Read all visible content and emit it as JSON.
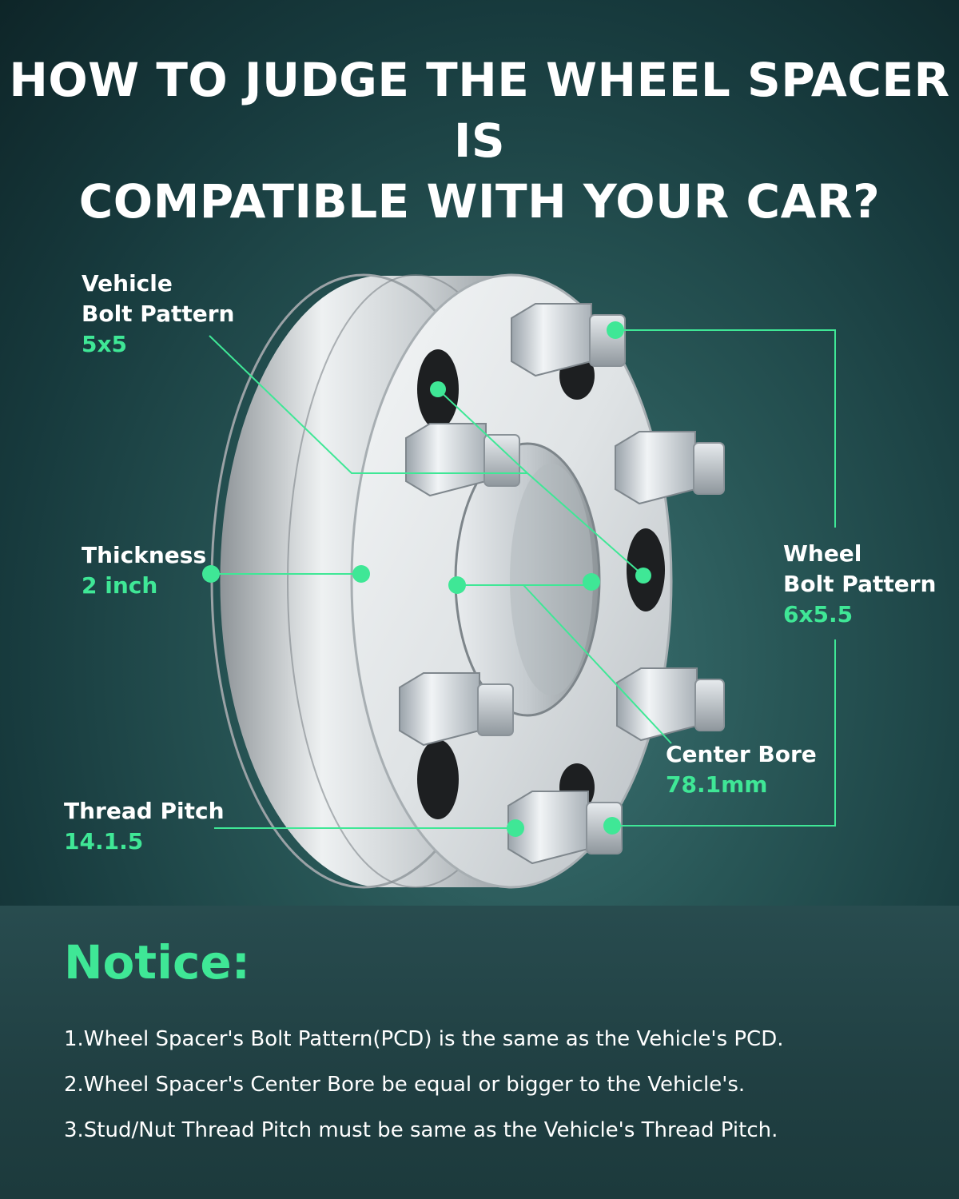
{
  "header": {
    "line1": "HOW TO JUDGE THE WHEEL SPACER IS",
    "line2": "COMPATIBLE WITH YOUR CAR?"
  },
  "callouts": {
    "vehicle_bolt_pattern": {
      "label_line1": "Vehicle",
      "label_line2": "Bolt Pattern",
      "value": "5x5"
    },
    "thickness": {
      "label": "Thickness",
      "value": "2 inch"
    },
    "thread_pitch": {
      "label": "Thread Pitch",
      "value": "14.1.5"
    },
    "wheel_bolt_pattern": {
      "label_line1": "Wheel",
      "label_line2": "Bolt Pattern",
      "value": "6x5.5"
    },
    "center_bore": {
      "label": "Center Bore",
      "value": "78.1mm"
    }
  },
  "notice": {
    "title": "Notice:",
    "items": [
      "1.Wheel Spacer's Bolt Pattern(PCD) is the same as the Vehicle's PCD.",
      "2.Wheel Spacer's Center Bore be equal or bigger to the Vehicle's.",
      "3.Stud/Nut Thread Pitch must be same as the Vehicle's Thread Pitch."
    ]
  },
  "colors": {
    "accent": "#3fe796",
    "background": "#285656",
    "text": "#ffffff"
  }
}
